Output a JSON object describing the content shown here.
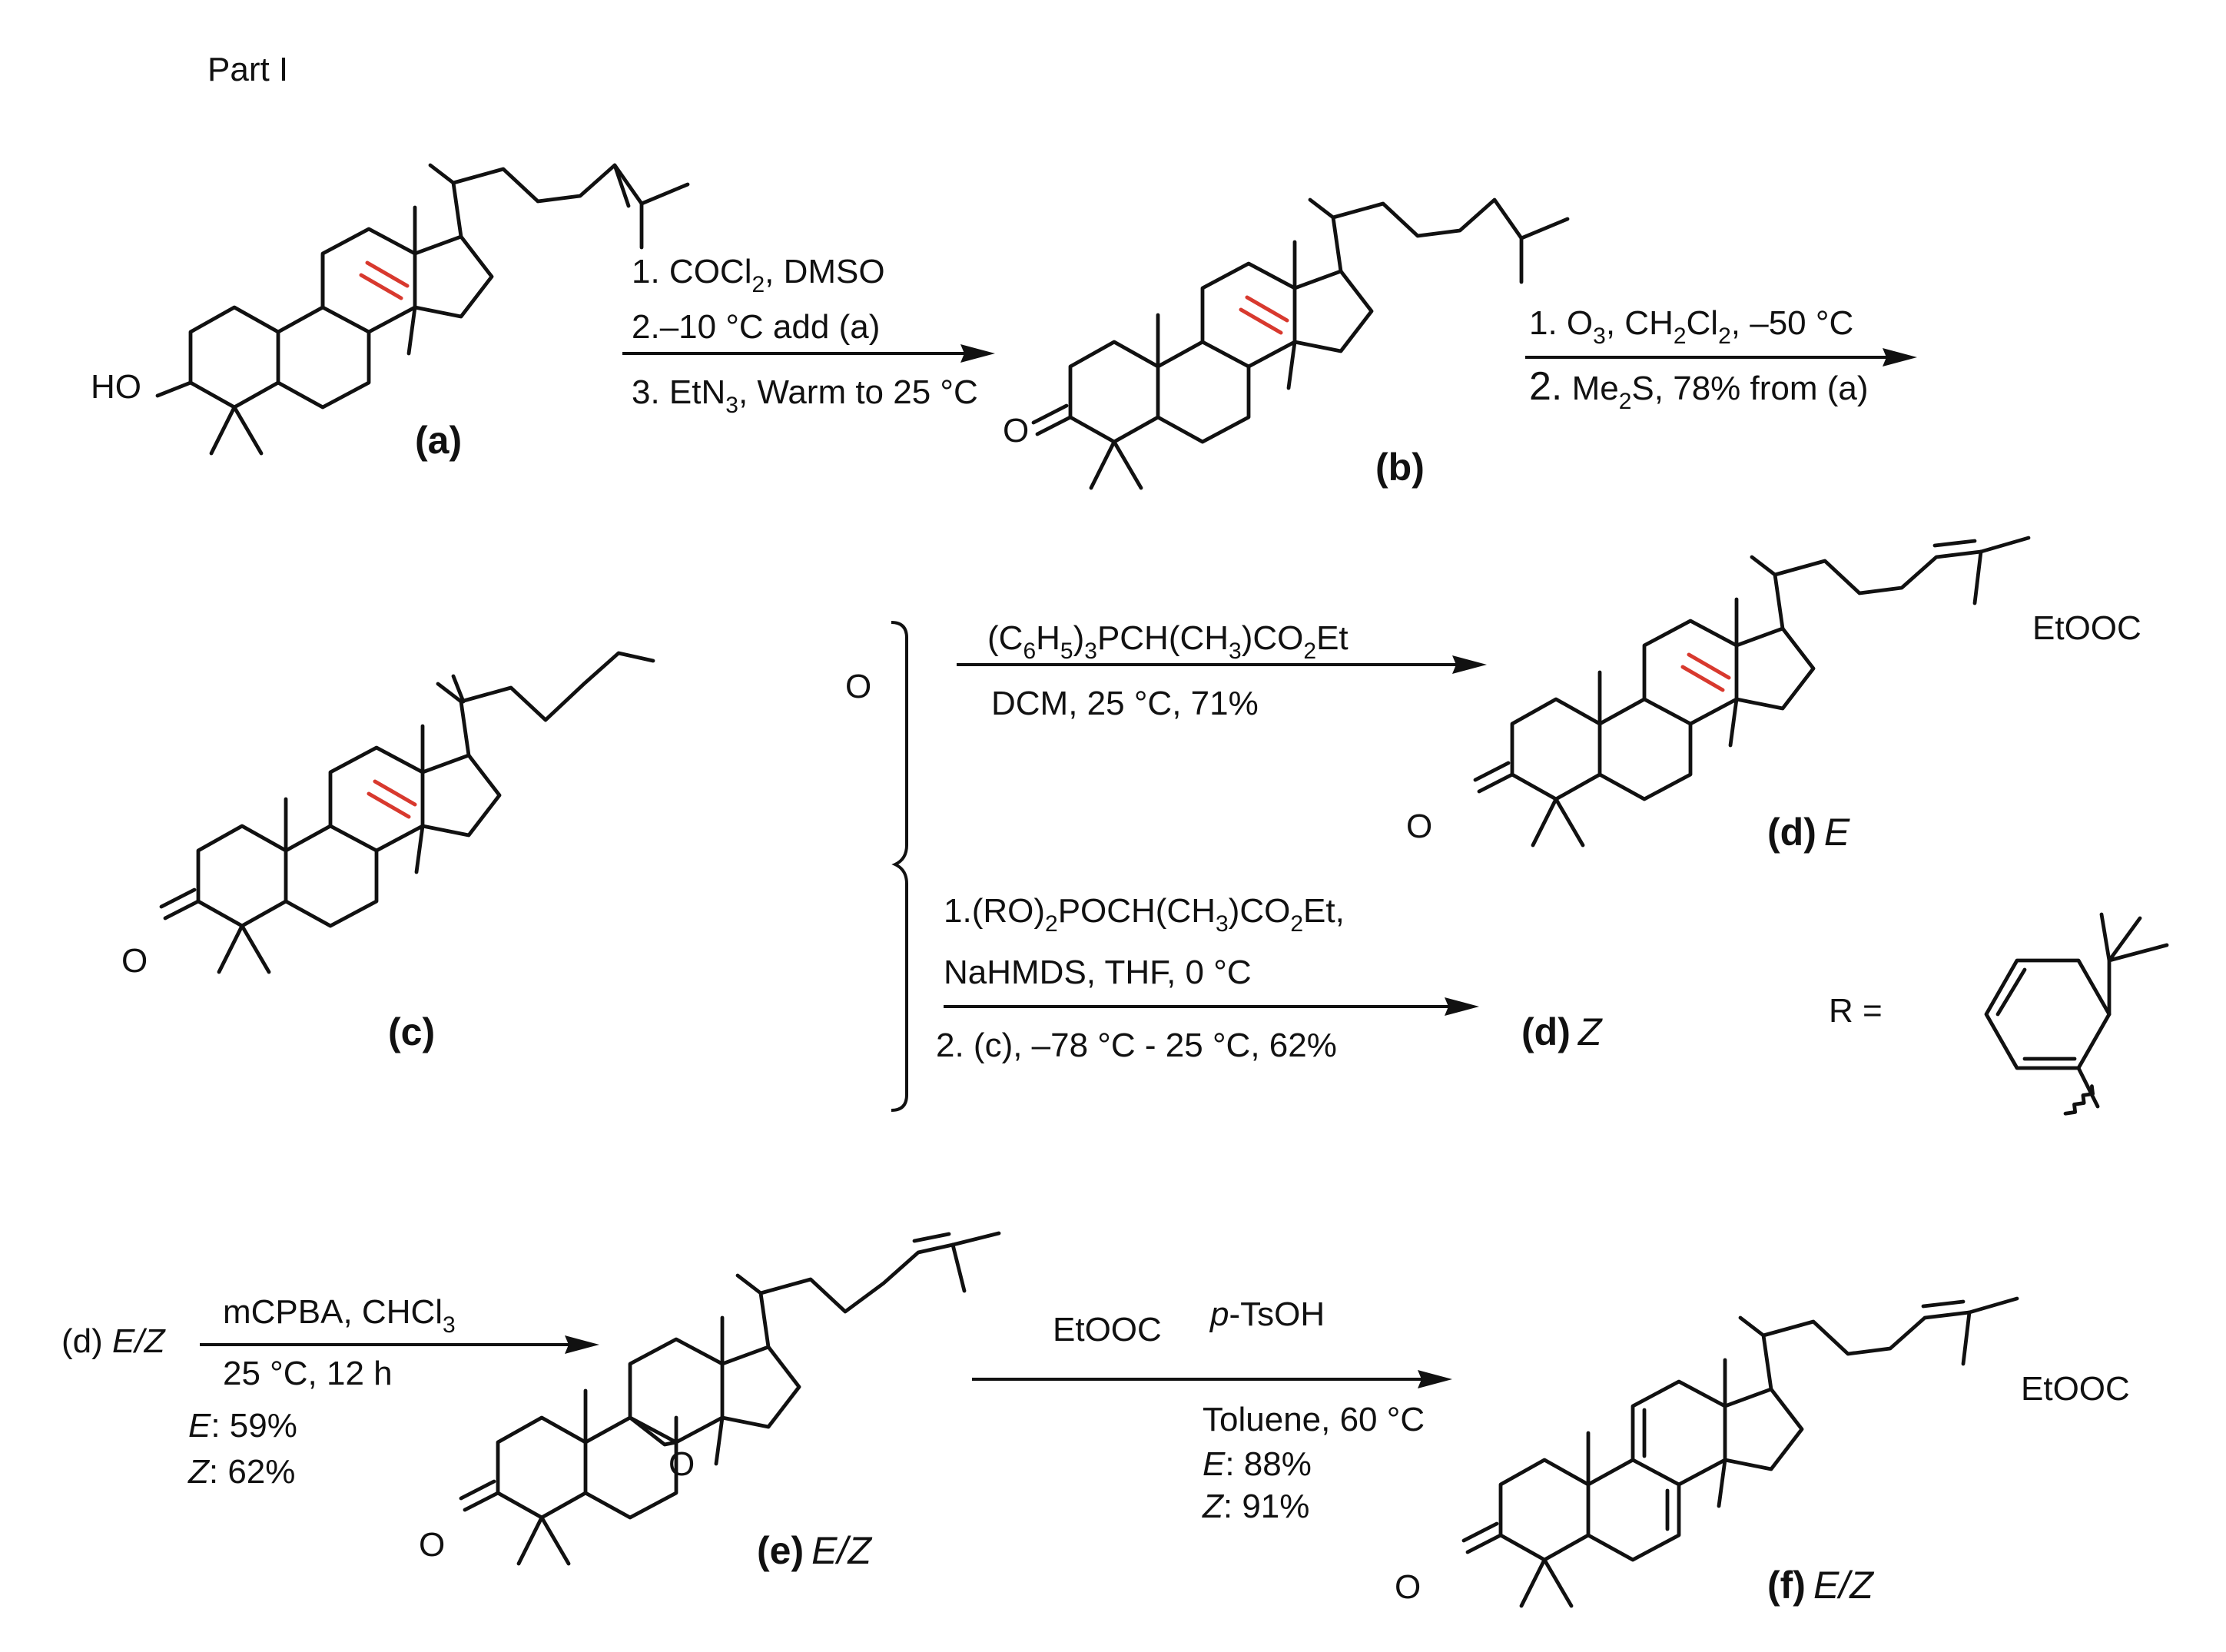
{
  "part_label": "Part I",
  "compounds": {
    "a": {
      "label": "(a)",
      "substituent": "HO"
    },
    "b": {
      "label": "(b)",
      "substituent": "O"
    },
    "c": {
      "label": "(c)",
      "substituent": "O",
      "aldehyde": "O"
    },
    "dE": {
      "label": "(d)",
      "isomer": "E",
      "ester": "EtOOC",
      "substituent": "O"
    },
    "dZ": {
      "label": "(d)",
      "isomer": "Z"
    },
    "e": {
      "label": "(e)",
      "isomer": "E/Z",
      "epoxide": "O",
      "substituent": "O",
      "ester": "EtOOC"
    },
    "f": {
      "label": "(f)",
      "isomer": "E/Z",
      "ester": "EtOOC",
      "substituent": "O"
    }
  },
  "steps": {
    "a_to_b": {
      "line1": "1. COCl",
      "line1_sub": "2",
      "line1_end": ", DMSO",
      "line2": "2.–10 °C add (a)",
      "line3a": "3. EtN",
      "line3_sub": "3",
      "line3b": ", Warm to 25 °C"
    },
    "b_to_c": {
      "line1a": "1. O",
      "line1_sub1": "3",
      "line1b": ", CH",
      "line1_sub2": "2",
      "line1c": "Cl",
      "line1_sub3": "2",
      "line1d": ", –50 °C",
      "line2_num": "2.",
      "line2a": " Me",
      "line2_sub": "2",
      "line2b": "S, 78% from (a)"
    },
    "c_to_dE": {
      "line1a": "(C",
      "s1": "6",
      "line1b": "H",
      "s2": "5",
      "line1c": ")",
      "s3": "3",
      "line1d": "PCH(CH",
      "s4": "3",
      "line1e": ")CO",
      "s5": "2",
      "line1f": "Et",
      "line2": "DCM, 25 °C, 71%"
    },
    "c_to_dZ": {
      "line1a": "1.(RO)",
      "s1": "2",
      "line1b": "POCH(CH",
      "s2": "3",
      "line1c": ")CO",
      "s3": "2",
      "line1d": "Et,",
      "line2": "NaHMDS, THF, 0 °C",
      "line3": "2. (c), –78 °C - 25 °C, 62%"
    },
    "d_to_e": {
      "start_label": "(d)",
      "start_isomer": "E/Z",
      "line1a": "mCPBA, CHCl",
      "line1_sub": "3",
      "line2": "25 °C, 12 h",
      "yield_e_label": "E",
      "yield_e": ": 59%",
      "yield_z_label": "Z",
      "yield_z": ": 62%"
    },
    "e_to_f": {
      "reagent_italic": "p",
      "reagent": "-TsOH",
      "line2": "Toluene, 60 °C",
      "yield_e_label": "E",
      "yield_e": ": 88%",
      "yield_z_label": "Z",
      "yield_z": ": 91%"
    }
  },
  "r_group": {
    "label": "R ="
  },
  "colors": {
    "highlight_bond": "#d8392e",
    "ink": "#111111"
  }
}
